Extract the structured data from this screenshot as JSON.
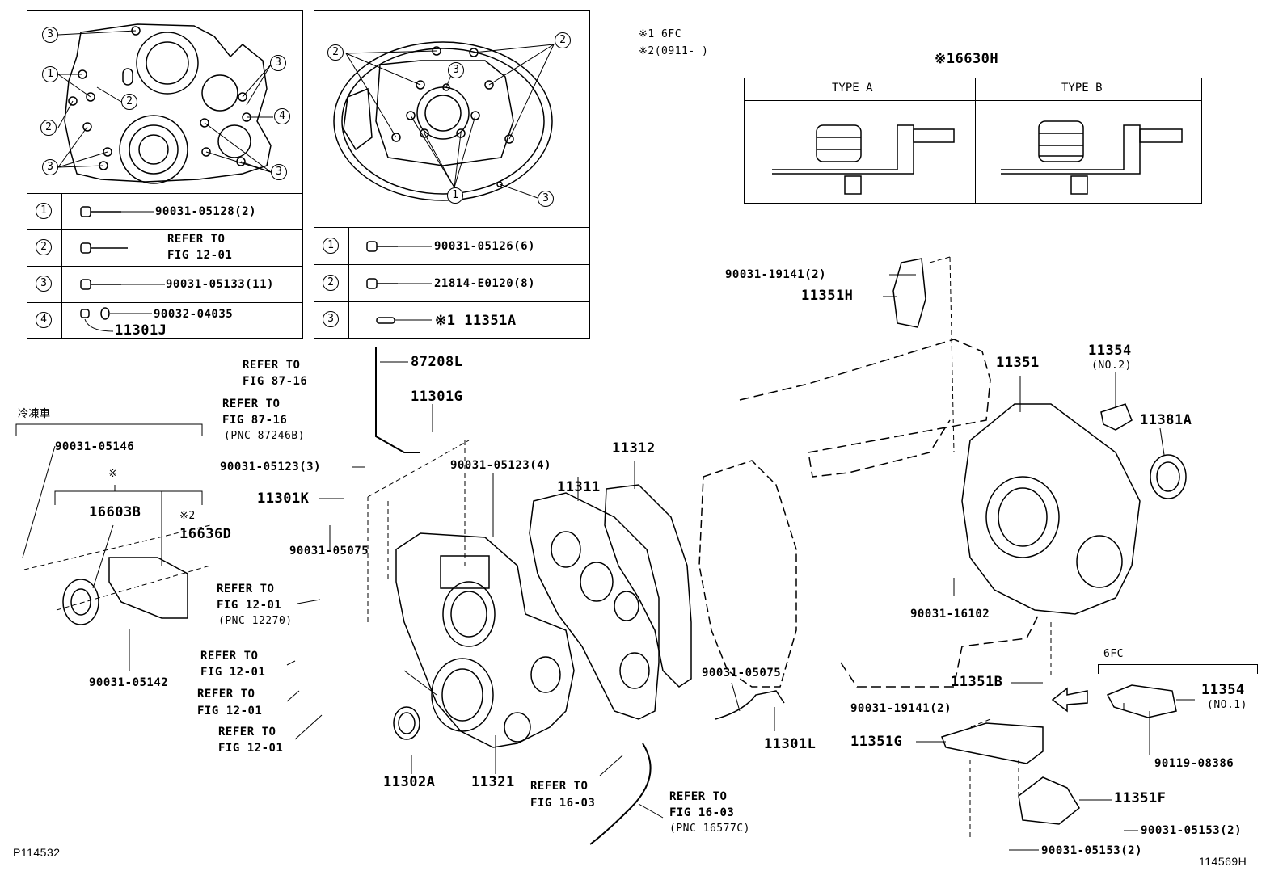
{
  "notes": {
    "note1": "※1 6FC",
    "note2": "※2(0911-    )"
  },
  "table_a": {
    "rows": [
      {
        "num": "1",
        "text": "90031-05128(2)"
      },
      {
        "num": "2",
        "text": "REFER TO",
        "text2": "FIG 12-01"
      },
      {
        "num": "3",
        "text": "90031-05133(11)"
      },
      {
        "num": "4",
        "text": "90032-04035",
        "text2": "11301J"
      }
    ]
  },
  "table_b": {
    "rows": [
      {
        "num": "1",
        "text": "90031-05126(6)"
      },
      {
        "num": "2",
        "text": "21814-E0120(8)"
      },
      {
        "num": "3",
        "text": "※1 11351A"
      }
    ]
  },
  "type_table": {
    "title": "※16630H",
    "col_a": "TYPE A",
    "col_b": "TYPE B"
  },
  "callouts": {
    "c1": "1",
    "c2": "2",
    "c3": "3",
    "c4": "4"
  },
  "labels": {
    "l_87208L": "87208L",
    "l_refer_87_16_a1": "REFER TO",
    "l_refer_87_16_a2": "FIG 87-16",
    "l_refer_87_16_b1": "REFER TO",
    "l_refer_87_16_b2": "FIG 87-16",
    "l_pnc_87246b": "(PNC 87246B)",
    "l_11301G": "11301G",
    "l_90031_05123_3": "90031-05123(3)",
    "l_90031_05123_4": "90031-05123(4)",
    "l_11312": "11312",
    "l_11311": "11311",
    "l_11301K": "11301K",
    "l_90031_05075_a": "90031-05075",
    "l_reitou": "冷凍車",
    "l_90031_05146": "90031-05146",
    "l_kome": "※",
    "l_16603B": "16603B",
    "l_kome2": "※2",
    "l_16636D": "16636D",
    "l_refer_12_01_a1": "REFER TO",
    "l_refer_12_01_a2": "FIG 12-01",
    "l_pnc_12270": "(PNC 12270)",
    "l_refer_12_01_b1": "REFER TO",
    "l_refer_12_01_b2": "FIG 12-01",
    "l_refer_12_01_c1": "REFER TO",
    "l_refer_12_01_c2": "FIG 12-01",
    "l_refer_12_01_d1": "REFER TO",
    "l_refer_12_01_d2": "FIG 12-01",
    "l_90031_05142": "90031-05142",
    "l_11302A": "11302A",
    "l_11321": "11321",
    "l_refer_16_03_a1": "REFER TO",
    "l_refer_16_03_a2": "FIG 16-03",
    "l_refer_16_03_b1": "REFER TO",
    "l_refer_16_03_b2": "FIG 16-03",
    "l_pnc_16577c": "(PNC 16577C)",
    "l_90031_05075_b": "90031-05075",
    "l_11301L": "11301L",
    "l_90031_19141_a": "90031-19141(2)",
    "l_11351H": "11351H",
    "l_11351": "11351",
    "l_11354_a": "11354",
    "l_no2": "(NO.2)",
    "l_11381A": "11381A",
    "l_90031_16102": "90031-16102",
    "l_6fc": "6FC",
    "l_11351B": "11351B",
    "l_90031_19141_b": "90031-19141(2)",
    "l_11354_b": "11354",
    "l_no1": "(NO.1)",
    "l_11351G": "11351G",
    "l_90119_08386": "90119-08386",
    "l_11351F": "11351F",
    "l_90031_05153_a": "90031-05153(2)",
    "l_90031_05153_b": "90031-05153(2)",
    "l_p114532": "P114532",
    "l_114569H": "114569H"
  }
}
